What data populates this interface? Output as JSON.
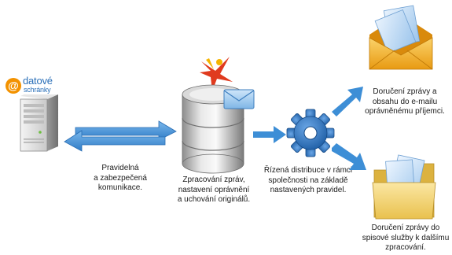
{
  "logo": {
    "line1": "datové",
    "line2": "schránky"
  },
  "captions": {
    "communication": [
      "Pravidelná",
      "a zabezpečená",
      "komunikace."
    ],
    "processing": [
      "Zpracování zpráv,",
      "nastavení oprávnění",
      "a uchování originálů."
    ],
    "distribution": [
      "Řízená distribuce v rámci",
      "společnosti na základě",
      "nastavených pravidel."
    ],
    "email": [
      "Doručení zprávy a",
      "obsahu do e-mailu",
      "oprávněnému příjemci."
    ],
    "filing": [
      "Doručení zprávy do",
      "spisové služby k dalšímu",
      "zpracování."
    ]
  },
  "colors": {
    "arrow_blue": "#3d8ed6",
    "gear_blue": "#1f5fa6",
    "envelope_orange": "#f0a21c",
    "folder_yellow": "#f2c94c",
    "logo_orange": "#f39200"
  },
  "icons": {
    "logo": "datove-schranky-logo",
    "server": "server-tower-icon",
    "two_way_arrow": "two-way-arrow-icon",
    "database": "database-icon",
    "mail": "envelope-icon",
    "mascot": "star-figure-icon",
    "gear": "gear-icon",
    "email_envelope": "open-envelope-icon",
    "folder": "folder-icon"
  }
}
